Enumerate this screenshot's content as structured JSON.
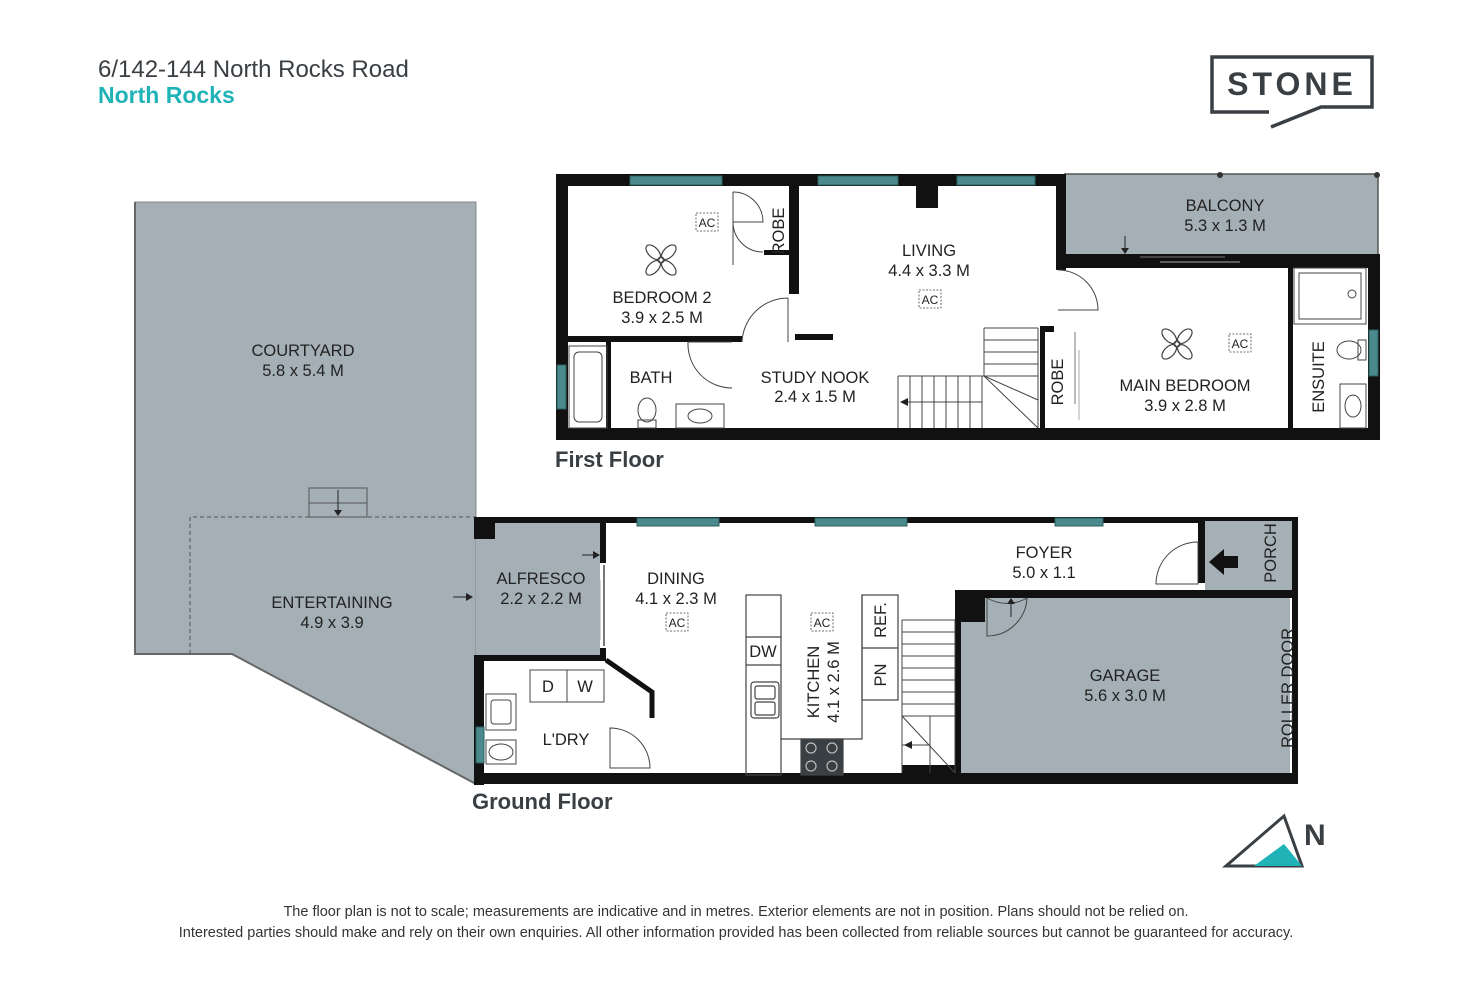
{
  "header": {
    "address": "6/142-144 North Rocks Road",
    "suburb": "North Rocks",
    "logo_text": "STONE"
  },
  "colors": {
    "wall": "#111111",
    "outdoor": "#a4b0b5",
    "window": "#4a8a8c",
    "accent": "#1fb3b8"
  },
  "first_floor": {
    "title": "First Floor",
    "rooms": {
      "bedroom2": {
        "name": "BEDROOM 2",
        "size": "3.9 x 2.5 M"
      },
      "robe1": {
        "name": "ROBE"
      },
      "living": {
        "name": "LIVING",
        "size": "4.4 x 3.3 M"
      },
      "balcony": {
        "name": "BALCONY",
        "size": "5.3 x 1.3 M"
      },
      "bath": {
        "name": "BATH"
      },
      "study": {
        "name": "STUDY NOOK",
        "size": "2.4 x 1.5 M"
      },
      "robe2": {
        "name": "ROBE"
      },
      "main_bedroom": {
        "name": "MAIN BEDROOM",
        "size": "3.9 x 2.8 M"
      },
      "ensuite": {
        "name": "ENSUITE"
      }
    }
  },
  "ground_floor": {
    "title": "Ground Floor",
    "rooms": {
      "courtyard": {
        "name": "COURTYARD",
        "size": "5.8 x 5.4 M"
      },
      "entertaining": {
        "name": "ENTERTAINING",
        "size": "4.9 x 3.9"
      },
      "alfresco": {
        "name": "ALFRESCO",
        "size": "2.2 x 2.2 M"
      },
      "dining": {
        "name": "DINING",
        "size": "4.1 x 2.3 M"
      },
      "kitchen": {
        "name": "KITCHEN",
        "size": "4.1 x 2.6 M"
      },
      "foyer": {
        "name": "FOYER",
        "size": "5.0 x 1.1"
      },
      "porch": {
        "name": "PORCH"
      },
      "garage": {
        "name": "GARAGE",
        "size": "5.6 x 3.0 M"
      },
      "roller_door": {
        "name": "ROLLER DOOR"
      },
      "laundry": {
        "name": "L'DRY"
      },
      "dw": "DW",
      "ref": "REF.",
      "pn": "PN",
      "d": "D",
      "w": "W"
    }
  },
  "ac_label": "AC",
  "compass_label": "N",
  "disclaimer": {
    "line1": "The floor plan is not to scale; measurements are indicative and in metres. Exterior elements are not in position. Plans should not be relied on.",
    "line2": "Interested parties should make and rely on their own enquiries. All other information provided has been collected from reliable sources but cannot be guaranteed for accuracy."
  }
}
